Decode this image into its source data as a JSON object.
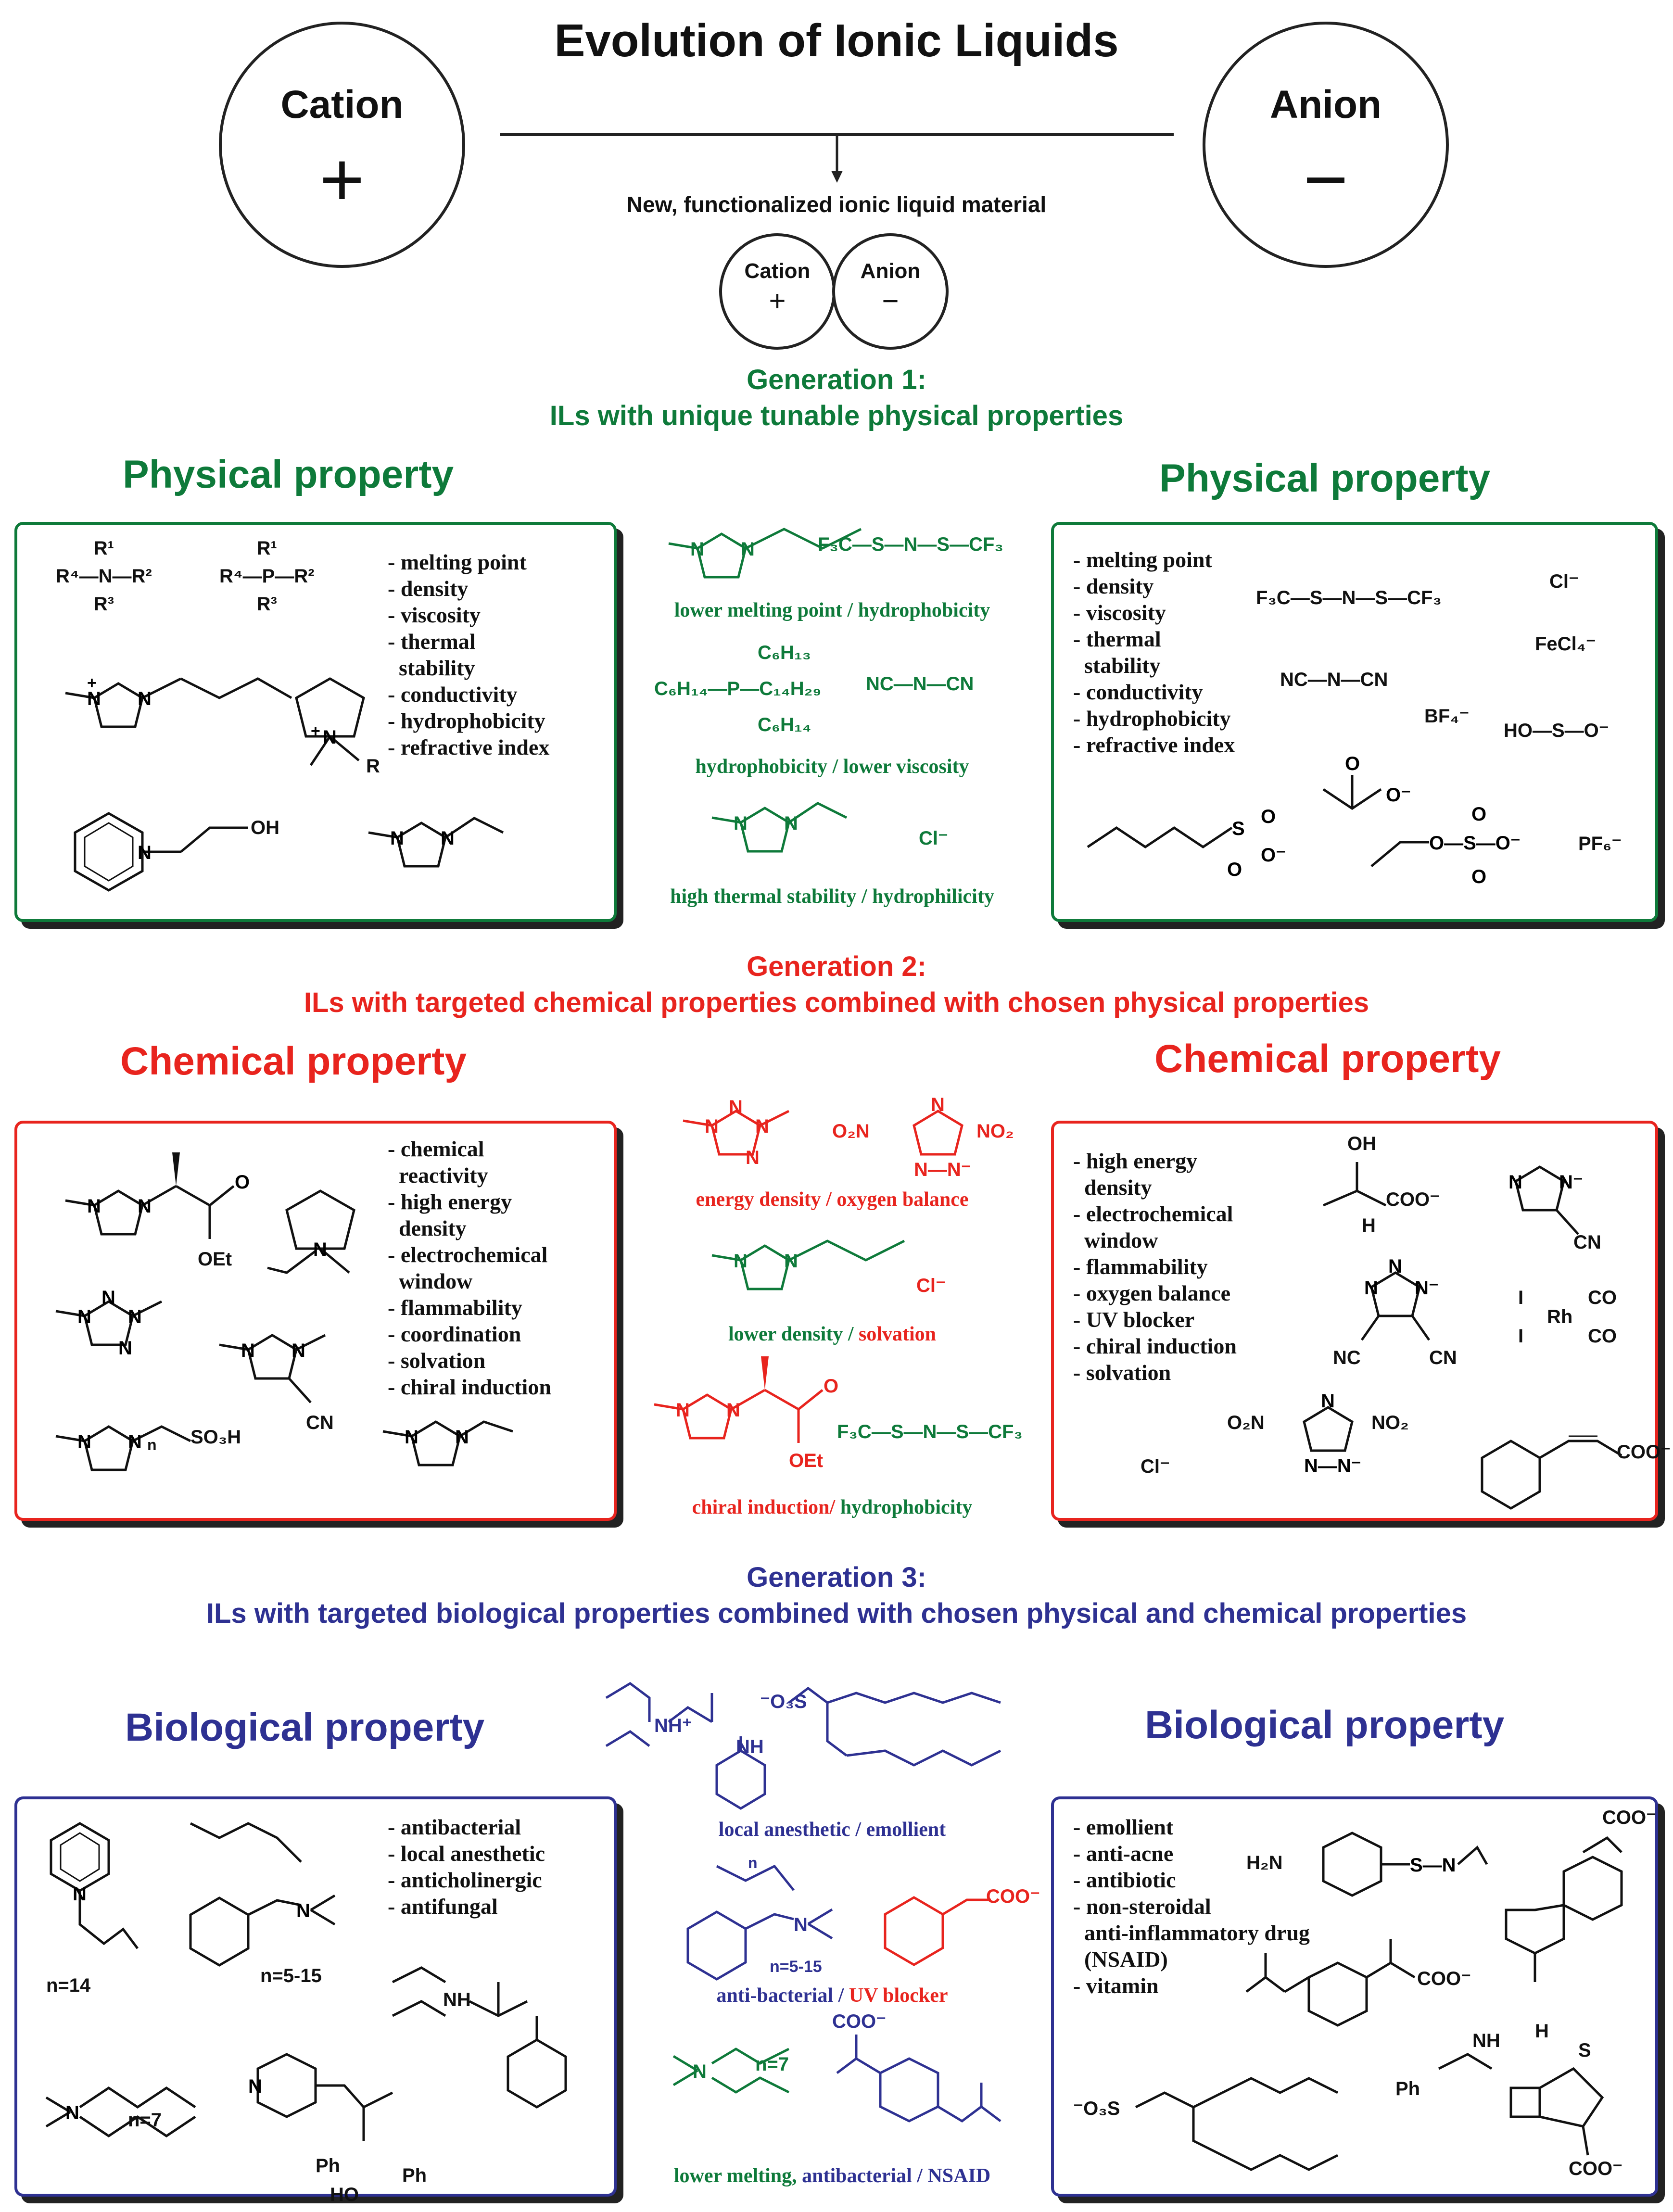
{
  "title": "Evolution of Ionic Liquids",
  "header": {
    "cation_label": "Cation",
    "anion_label": "Anion",
    "plus_sign": "+",
    "minus_sign": "−",
    "new_material": "New, functionalized ionic liquid material",
    "small_cation": "Cation",
    "small_anion": "Anion"
  },
  "colors": {
    "gen1": "#0e7a3a",
    "gen2": "#e8241e",
    "gen3": "#2e3192",
    "dark": "#1a1a1a"
  },
  "generation1": {
    "title": "Generation 1:",
    "subtitle": "ILs with unique tunable physical properties",
    "left_heading": "Physical property",
    "right_heading": "Physical property",
    "left_list": "- melting point\n- density\n- viscosity\n- thermal\n  stability\n- conductivity\n- hydrophobicity\n- refractive index",
    "right_list": "- melting point\n- density\n- viscosity\n- thermal\n  stability\n- conductivity\n- hydrophobicity\n- refractive index",
    "captions": [
      "lower melting point / hydrophobicity",
      "hydrophobicity / lower viscosity",
      "high thermal stability / hydrophilicity"
    ],
    "center_labels": {
      "tf2n": "F₃C—S—N—S—CF₃",
      "phos_top": "C₆H₁₃",
      "phos_mid": "C₆H₁₄—P—C₁₄H₂₉",
      "phos_bot": "C₆H₁₄",
      "dca": "NC—N—CN",
      "cl": "Cl⁻"
    },
    "left_struct_labels": {
      "ammonium": "R¹\nR⁴—N—R²\nR³",
      "phosphonium": "R¹\nR⁴—P—R²\nR³",
      "pyrrolidinium_r": "R",
      "pyridinium_oh": "OH"
    },
    "right_struct_labels": {
      "tf2n": "F₃C—S—N—S—CF₃",
      "cl": "Cl⁻",
      "fecl4": "FeCl₄⁻",
      "dca": "NC—N—CN",
      "bf4": "BF₄⁻",
      "hso4": "HO—S—O⁻",
      "pf6": "PF₆⁻"
    }
  },
  "generation2": {
    "title": "Generation 2:",
    "subtitle": "ILs with targeted chemical properties combined with chosen physical properties",
    "left_heading": "Chemical property",
    "right_heading": "Chemical property",
    "left_list": "- chemical\n  reactivity\n- high energy\n  density\n- electrochemical\n  window\n- flammability\n- coordination\n- solvation\n- chiral induction",
    "right_list": "- high energy\n  density\n- electrochemical\n  window\n- flammability\n- oxygen balance\n- UV blocker\n- chiral induction\n- solvation",
    "captions": {
      "c1_a": "energy density / ",
      "c1_b": "oxygen balance",
      "c2_a": "lower density / ",
      "c2_b": "solvation",
      "c3_a": "chiral induction/ ",
      "c3_b": "hydrophobicity"
    },
    "center_labels": {
      "no2_left": "O₂N",
      "no2_right": "NO₂",
      "cl": "Cl⁻",
      "oet": "OEt",
      "tf2n": "F₃C—S—N—S—CF₃"
    },
    "left_struct_labels": {
      "oet": "OEt",
      "so3h": "SO₃H",
      "n_sub": "n",
      "cn": "CN"
    },
    "right_struct_labels": {
      "oh": "OH",
      "coo": "COO⁻",
      "h": "H",
      "cn1": "CN",
      "cn2": "CN",
      "cn3": "NC",
      "rh": "Rh",
      "co1": "CO",
      "co2": "CO",
      "i1": "I",
      "i2": "I",
      "no2_left": "O₂N",
      "no2_right": "NO₂",
      "cl": "Cl⁻",
      "cinnamate": "COO⁻"
    }
  },
  "generation3": {
    "title": "Generation 3:",
    "subtitle": "ILs with targeted biological properties combined with chosen physical and chemical properties",
    "left_heading": "Biological property",
    "right_heading": "Biological property",
    "left_list": "- antibacterial\n- local anesthetic\n- anticholinergic\n- antifungal",
    "right_list": "- emollient\n- anti-acne\n- antibiotic\n- non-steroidal\n  anti-inflammatory drug\n  (NSAID)\n- vitamin",
    "captions": {
      "c1": "local anesthetic / emollient",
      "c2_a": "anti-bacterial / ",
      "c2_b": "UV blocker",
      "c3_a": "lower melting, ",
      "c3_b": "antibacterial / NSAID"
    },
    "center_labels": {
      "nh_plus": "NH⁺",
      "o3s": "⁻O₃S",
      "nh": "NH",
      "n_sub": "n",
      "n_range": "n=5-15",
      "coo": "COO⁻",
      "n7": "n=7",
      "coo2": "COO⁻"
    },
    "left_struct_labels": {
      "n14": "n=14",
      "n515": "n=5-15",
      "n7": "n=7",
      "nh": "NH",
      "ph1": "Ph",
      "ph2": "Ph",
      "ho": "HO"
    },
    "right_struct_labels": {
      "h2n": "H₂N",
      "coo1": "COO⁻",
      "coo2": "COO⁻",
      "o3s": "⁻O₃S",
      "nh": "NH",
      "ph": "Ph",
      "h": "H",
      "s": "S",
      "coo3": "COO⁻"
    }
  }
}
